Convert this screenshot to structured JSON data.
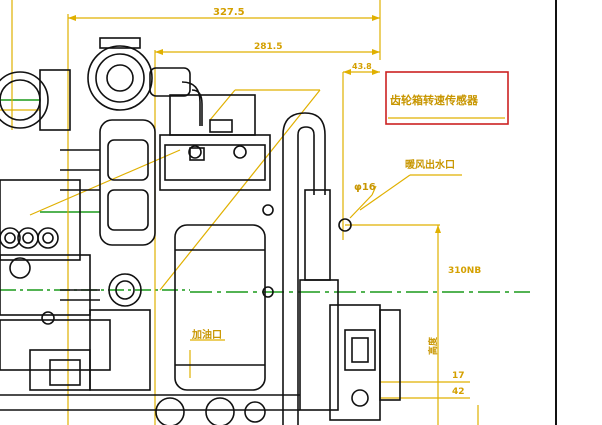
{
  "drawing": {
    "title": "",
    "dimensions": {
      "d1": "327.5",
      "d2": "281.5",
      "d3": "43.8",
      "d4": "310NB",
      "d5": "17",
      "d6": "42"
    },
    "labels": {
      "callout": "齿轮箱转速传感器",
      "water_outlet": "暖风出水口",
      "diameter": "φ16",
      "oil_fill": "加油口",
      "vertical": "高度"
    },
    "colors": {
      "outline": "#111111",
      "dimension": "#e0b000",
      "centerline": "#1a9a1a",
      "callout_box": "#cc2222"
    }
  }
}
